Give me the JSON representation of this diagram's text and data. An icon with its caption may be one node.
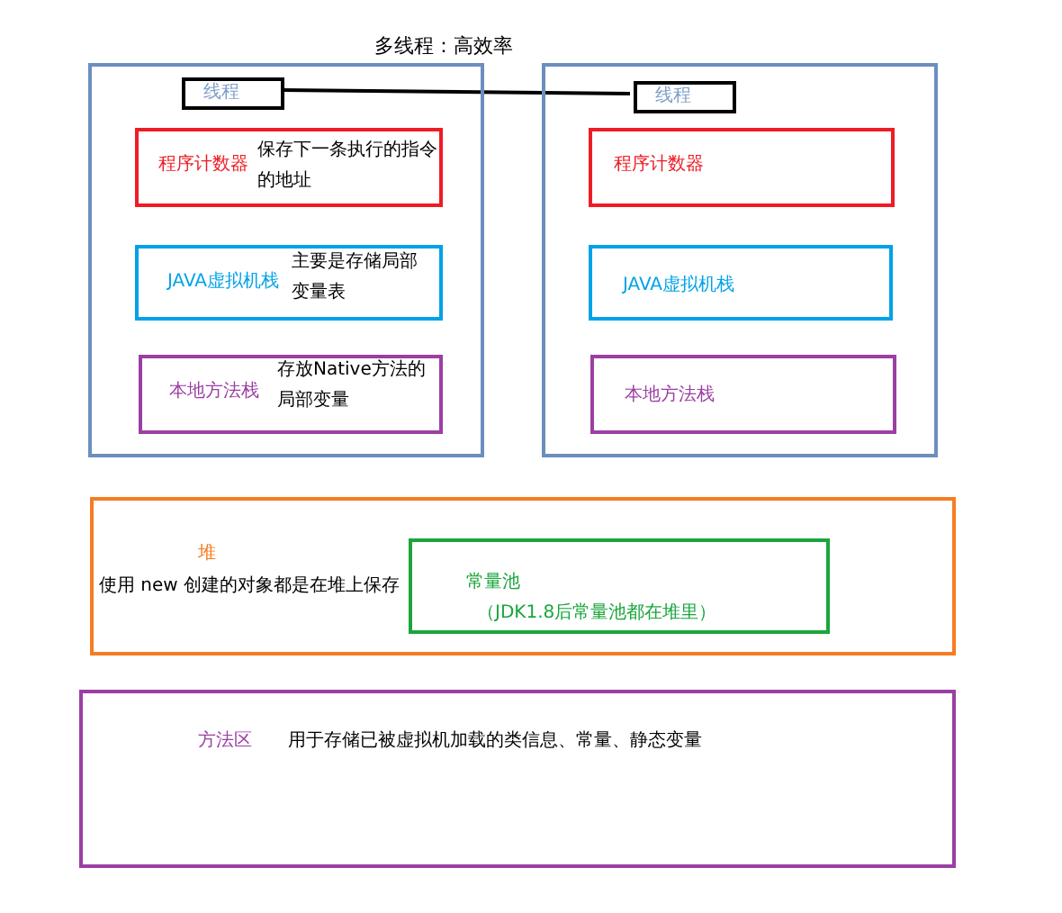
{
  "diagram": {
    "title": "多线程：高效率",
    "nodes": [
      {
        "text": [],
        "shape": "box"
      },
      {
        "text": [
          "线程"
        ],
        "in": 0
      },
      {
        "text": [
          "程序计数器",
          "保存下一条执行的指令的地址"
        ],
        "in": 0
      },
      {
        "text": [
          "JAVA虚拟机栈",
          "主要是存储局部变量表"
        ],
        "in": 0
      },
      {
        "text": [
          "本地方法栈",
          "存放Native方法的局部变量"
        ],
        "in": 0
      },
      {
        "text": [],
        "shape": "box"
      },
      {
        "text": [
          "线程"
        ],
        "in": 5
      },
      {
        "text": [
          "程序计数器"
        ],
        "in": 5
      },
      {
        "text": [
          "JAVA虚拟机栈"
        ],
        "in": 5
      },
      {
        "text": [
          "本地方法栈"
        ],
        "in": 5
      },
      {
        "text": [
          "堆",
          "使用 new 创建的对象都是在堆上保存"
        ]
      },
      {
        "text": [
          "常量池",
          "（JDK1.8后常量池都在堆里）"
        ],
        "in": 10
      },
      {
        "text": [
          "方法区",
          "用于存储已被虚拟机加载的类信息、常量、静态变量"
        ]
      }
    ],
    "edges": [
      {
        "from": 1,
        "to": 6,
        "arrow": "none"
      }
    ]
  }
}
